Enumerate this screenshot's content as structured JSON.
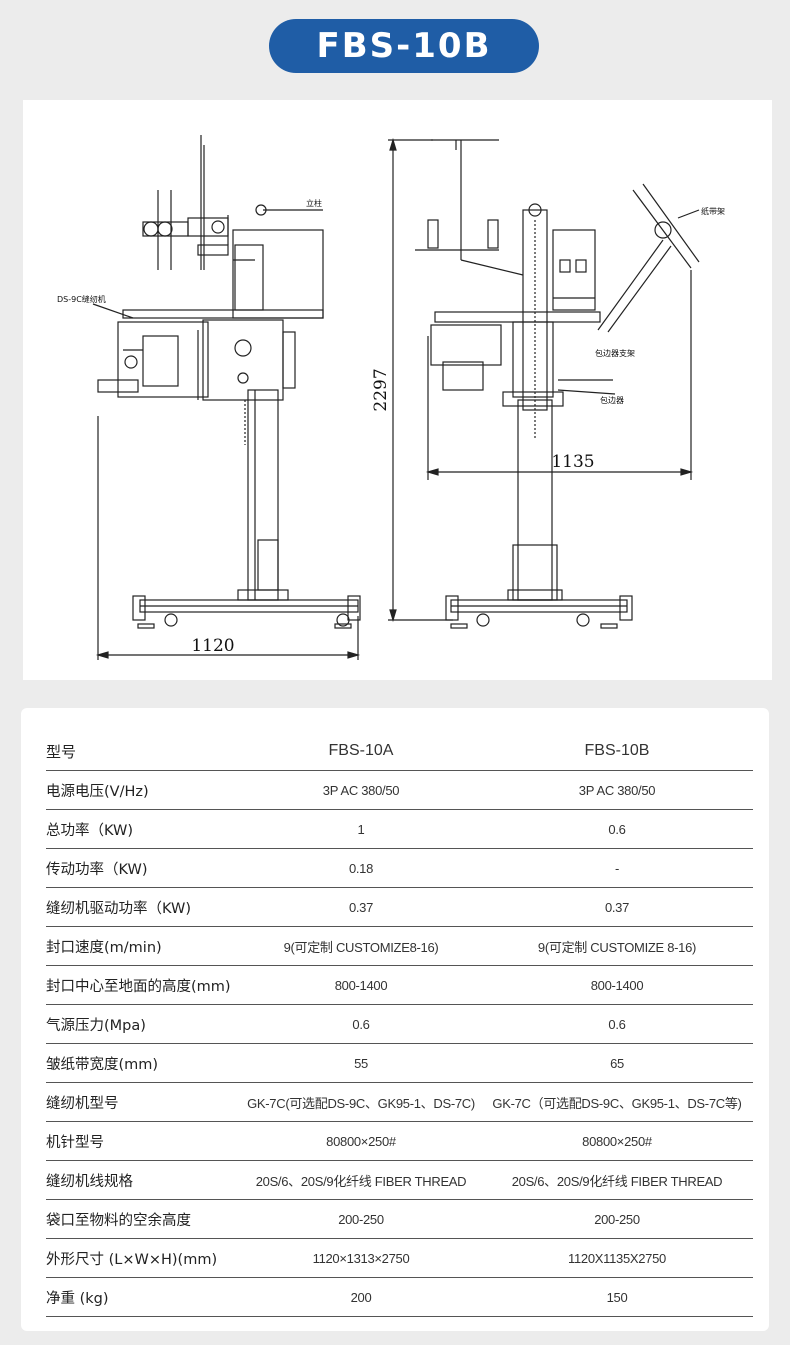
{
  "title": "FBS-10B",
  "drawing": {
    "dim_left_width": "1120",
    "dim_right_width": "1135",
    "dim_height": "2297",
    "label_left_machine": "DS-9C缝纫机",
    "label_pillar": "立柱",
    "label_paper_frame": "纸带架",
    "label_folder_bracket": "包边器支架",
    "label_folder": "包边器"
  },
  "spec": {
    "header": {
      "label": "型号",
      "col1": "FBS-10A",
      "col2": "FBS-10B"
    },
    "rows": [
      {
        "label": "电源电压(V/Hz)",
        "col1": "3P AC 380/50",
        "col2": "3P AC 380/50"
      },
      {
        "label": "总功率（KW)",
        "col1": "1",
        "col2": "0.6"
      },
      {
        "label": "传动功率（KW)",
        "col1": "0.18",
        "col2": "-"
      },
      {
        "label": "缝纫机驱动功率（KW)",
        "col1": "0.37",
        "col2": "0.37"
      },
      {
        "label": "封口速度(m/min)",
        "col1": "9(可定制  CUSTOMIZE8-16)",
        "col2": "9(可定制 CUSTOMIZE 8-16)"
      },
      {
        "label": "封口中心至地面的高度(mm)",
        "col1": "800-1400",
        "col2": "800-1400"
      },
      {
        "label": "气源压力(Mpa)",
        "col1": "0.6",
        "col2": "0.6"
      },
      {
        "label": "皱纸带宽度(mm)",
        "col1": "55",
        "col2": "65"
      },
      {
        "label": "缝纫机型号",
        "col1": "GK-7C(可选配DS-9C、GK95-1、DS-7C)",
        "col2": "GK-7C（可选配DS-9C、GK95-1、DS-7C等)"
      },
      {
        "label": "机针型号",
        "col1": "80800×250#",
        "col2": "80800×250#"
      },
      {
        "label": "缝纫机线规格",
        "col1": "20S/6、20S/9化纤线  FIBER THREAD",
        "col2": "20S/6、20S/9化纤线 FIBER THREAD"
      },
      {
        "label": "袋口至物料的空余高度",
        "col1": "200-250",
        "col2": "200-250"
      },
      {
        "label": "外形尺寸 (L×W×H)(mm)",
        "col1": "1120×1313×2750",
        "col2": "1120X1135X2750"
      },
      {
        "label": "净重 (kg)",
        "col1": "200",
        "col2": "150"
      }
    ]
  }
}
